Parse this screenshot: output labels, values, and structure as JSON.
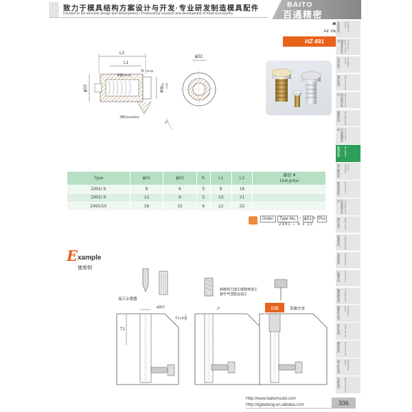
{
  "header": {
    "cn": "致力于模具结构方案设计与开发·专业研发制造模具配件",
    "en": "Devoted to die structure design and development  •  Professional research and development of mold accessories"
  },
  "brand": {
    "en": "BAITO",
    "cn": "百通精密"
  },
  "product": {
    "title_cn": "气顶",
    "title_en": "Air Valves",
    "code": "HZ 491"
  },
  "drawing": {
    "labels": {
      "L2": "L2",
      "L1": "L1",
      "D2": "ϕD2",
      "K": "K",
      "K_tol": "+0.02",
      "D1": "ϕD1",
      "D1_tol_a": "-0.02",
      "D1_tol_b": "-0.03",
      "D2_side": "ϕD2",
      "spring_note": "弹簧(SUS)",
      "rod_note": "顶杆(SUS304)",
      "angle": "2°"
    }
  },
  "table": {
    "headers": [
      "Type",
      "ϕD1",
      "ϕD2",
      "K",
      "L1",
      "L2",
      "单价 ¥\nUnit price"
    ],
    "rows": [
      [
        "Z491/ 6",
        "8",
        "6",
        "5",
        "8",
        "16",
        ""
      ],
      [
        "Z491/ 8",
        "12",
        "8",
        "5",
        "13",
        "21",
        ""
      ],
      [
        "Z491/10",
        "16",
        "10",
        "6",
        "12",
        "22",
        ""
      ]
    ]
  },
  "order": {
    "label": "Order:",
    "type_label": "Type No.",
    "dash": "–",
    "d1_label": "ϕD1",
    "x": "x",
    "pcs_label": "Pcs",
    "values": "Z491   –   8   x   10"
  },
  "example": {
    "title_rest": "xample",
    "title_cn": "使用例",
    "labels": {
      "machining": "加工示意图",
      "d2h7": "d2h7",
      "t1": "T1",
      "t1_plus": "T1+0.5",
      "angle": "2°",
      "note_line1": "斜度铰刀加工或放电加工",
      "note_line2": "適于气顶配合加工",
      "red_copper": "紅銅",
      "install": "安装方法"
    }
  },
  "footer": {
    "url1": "Http://www.baitomould.com",
    "url2": "Http://dgbaitong.en.alibaba.com",
    "page": "336"
  },
  "sidebar": {
    "items": [
      {
        "cn": "導柱系列",
        "en": "Guide Pin Series"
      },
      {
        "cn": "精密導柱系列",
        "en": "Precision guide series"
      },
      {
        "cn": "定位系列",
        "en": "Locating series"
      },
      {
        "cn": "頂出系列",
        "en": "Ejector series"
      },
      {
        "cn": "頂出配件系列",
        "en": "Ejector parts"
      },
      {
        "cn": "彈簧系列",
        "en": "Spring series"
      },
      {
        "cn": "行程開關系列",
        "en": "Limit switch"
      },
      {
        "cn": "氣頂系列",
        "en": "Air valves",
        "active": true
      },
      {
        "cn": "澆口套系列",
        "en": "Sprue bushing"
      },
      {
        "cn": "熱流道系列",
        "en": "Hot runner"
      },
      {
        "cn": "冷卻配件系列",
        "en": "Cooling parts"
      },
      {
        "cn": "限位系列",
        "en": "Stop series"
      },
      {
        "cn": "撐頭系列",
        "en": "Support pillar"
      },
      {
        "cn": "滑塊系列",
        "en": "Slide series"
      },
      {
        "cn": "扣機系列",
        "en": "Latch lock"
      },
      {
        "cn": "開閉器系列",
        "en": "Parting lock"
      },
      {
        "cn": "標準件系列",
        "en": "Standard parts"
      },
      {
        "cn": "其它系列",
        "en": "Other series"
      },
      {
        "cn": "螺絲系列",
        "en": "Screw series"
      },
      {
        "cn": "加工件系列",
        "en": "Machined parts"
      },
      {
        "cn": "特殊系列",
        "en": "Special series"
      }
    ]
  }
}
